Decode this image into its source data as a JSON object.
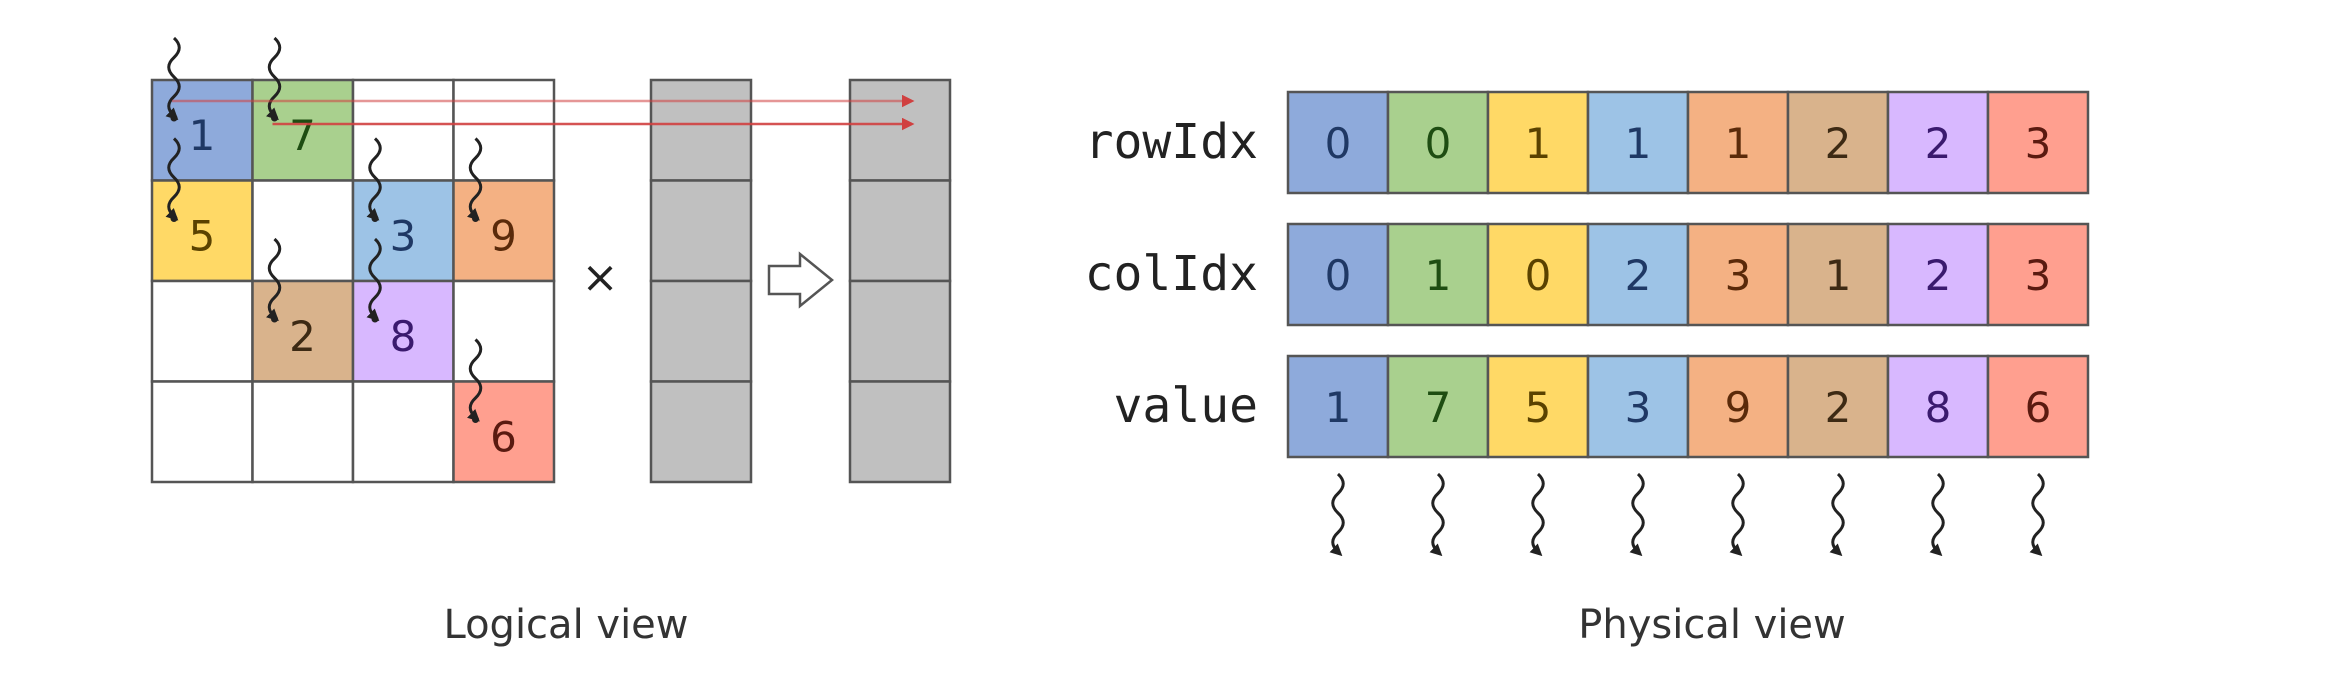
{
  "title": "Sparse matrix-vector multiplication: COO format",
  "palette": {
    "blue": {
      "fill": "#8eaadb",
      "ink": "#1f3864"
    },
    "green": {
      "fill": "#a9d08e",
      "ink": "#1e4d12"
    },
    "yellow": {
      "fill": "#ffd966",
      "ink": "#5a4200"
    },
    "lightblue": {
      "fill": "#9dc3e6",
      "ink": "#1f3864"
    },
    "orange": {
      "fill": "#f4b183",
      "ink": "#5a2a0a"
    },
    "tan": {
      "fill": "#d9b38c",
      "ink": "#3d2a14"
    },
    "lavender": {
      "fill": "#d8b8ff",
      "ink": "#3a1a6e"
    },
    "salmon": {
      "fill": "#ff9f8f",
      "ink": "#5a1a10"
    },
    "empty": {
      "fill": "#ffffff",
      "ink": "#000000"
    },
    "vector": {
      "fill": "#c0c0c0",
      "ink": "#000000"
    },
    "arrow_red": "#d04040",
    "grid_line": "#555555"
  },
  "logical_view": {
    "caption": "Logical view",
    "matrix_size": 4,
    "nonzeros": [
      {
        "row": 0,
        "col": 0,
        "value": "1",
        "color": "blue"
      },
      {
        "row": 0,
        "col": 1,
        "value": "7",
        "color": "green"
      },
      {
        "row": 1,
        "col": 0,
        "value": "5",
        "color": "yellow"
      },
      {
        "row": 1,
        "col": 2,
        "value": "3",
        "color": "lightblue"
      },
      {
        "row": 1,
        "col": 3,
        "value": "9",
        "color": "orange"
      },
      {
        "row": 2,
        "col": 1,
        "value": "2",
        "color": "tan"
      },
      {
        "row": 2,
        "col": 2,
        "value": "8",
        "color": "lavender"
      },
      {
        "row": 3,
        "col": 3,
        "value": "6",
        "color": "salmon"
      }
    ],
    "operator": "×",
    "result_arrow": "hollow-right-arrow",
    "input_vector_length": 4,
    "output_vector_length": 4,
    "red_arrows_from": [
      {
        "row": 0,
        "col": 0
      },
      {
        "row": 0,
        "col": 1
      }
    ],
    "red_arrows_to_row": 0
  },
  "physical_view": {
    "caption": "Physical view",
    "arrays": [
      {
        "label": "rowIdx",
        "values": [
          "0",
          "0",
          "1",
          "1",
          "1",
          "2",
          "2",
          "3"
        ]
      },
      {
        "label": "colIdx",
        "values": [
          "0",
          "1",
          "0",
          "2",
          "3",
          "1",
          "2",
          "3"
        ]
      },
      {
        "label": "value",
        "values": [
          "1",
          "7",
          "5",
          "3",
          "9",
          "2",
          "8",
          "6"
        ]
      }
    ],
    "colors": [
      "blue",
      "green",
      "yellow",
      "lightblue",
      "orange",
      "tan",
      "lavender",
      "salmon"
    ],
    "thread_count": 8
  }
}
